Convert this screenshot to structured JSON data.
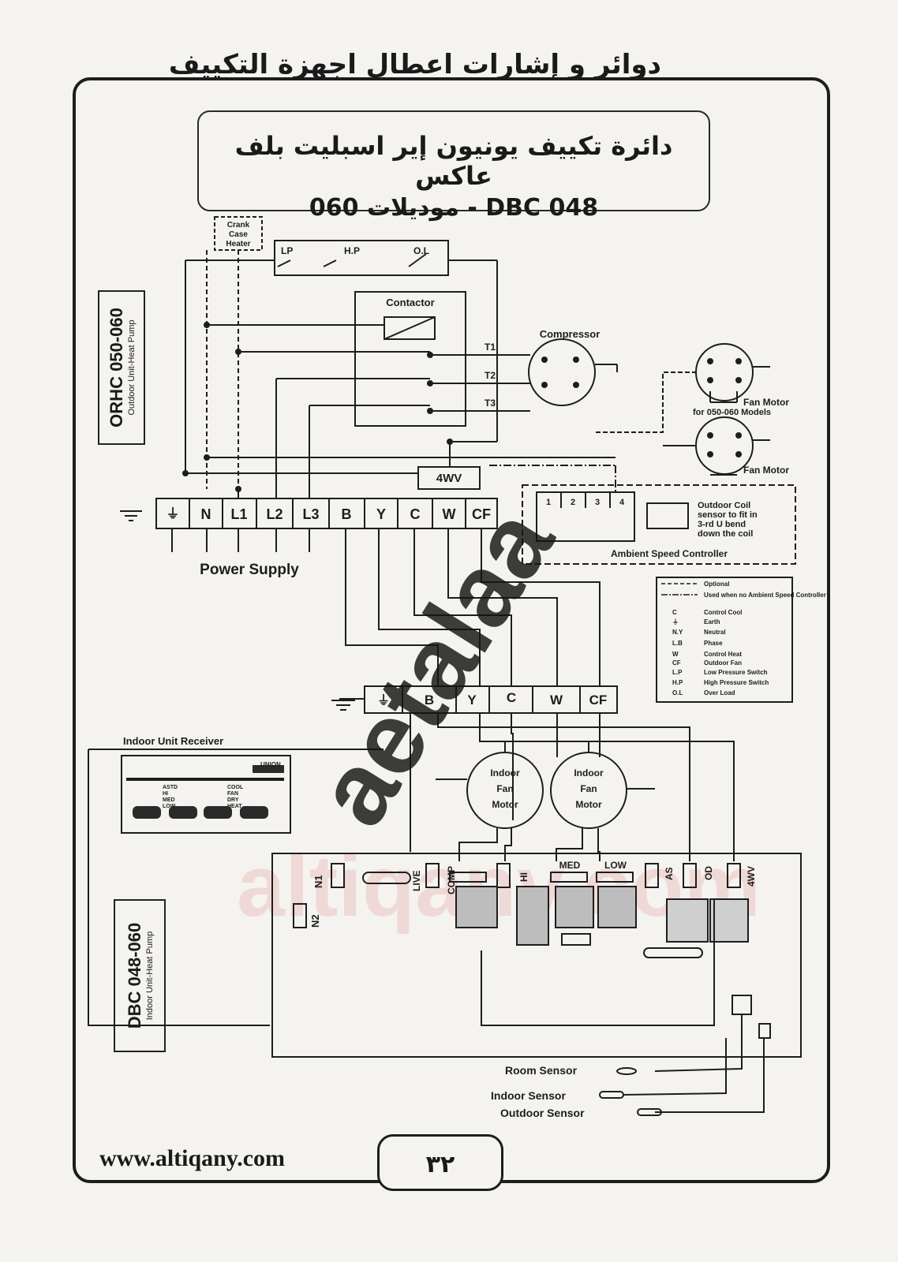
{
  "header": {
    "title": "دوائر و إشارات اعطال اجهزة التكييف"
  },
  "title_box": {
    "line1": "دائرة تكييف يونيون إير اسبليت بلف عاكس",
    "line2": "موديلات 060 - DBC 048"
  },
  "labels": {
    "outdoor_model": "ORHC 050-060",
    "outdoor_sub": "Outdoor Unit-Heat Pump",
    "indoor_model": "DBC 048-060",
    "indoor_sub": "Indoor Unit-Heat Pump"
  },
  "outdoor": {
    "crank_case_heater": [
      "Crank",
      "Case",
      "Heater"
    ],
    "switches": [
      "LP",
      "H.P",
      "O.L"
    ],
    "contactor": "Contactor",
    "compressor": "Compressor",
    "terminals_t": [
      "T1",
      "T2",
      "T3"
    ],
    "fan_motor_1": [
      "Fan Motor",
      "for 050-060 Models"
    ],
    "fan_motor_2": "Fan Motor",
    "valve": "4WV",
    "terminal_block": [
      "N",
      "L1",
      "L2",
      "L3",
      "B",
      "Y",
      "C",
      "W",
      "CF"
    ],
    "power_supply": "Power Supply",
    "asc_terminals": [
      "1",
      "2",
      "3",
      "4"
    ],
    "coil_sensor_note": [
      "Outdoor Coil",
      "sensor to fit in",
      "3-rd U bend",
      "down the coil"
    ],
    "ambient_controller": "Ambient Speed Controller"
  },
  "legend": [
    {
      "key": "",
      "text": "Optional"
    },
    {
      "key": "",
      "text": "Used when no Ambient Speed Controller"
    },
    {
      "key": "C",
      "text": "Control Cool"
    },
    {
      "key": "",
      "text": "Earth"
    },
    {
      "key": "N.Y",
      "text": "Neutral"
    },
    {
      "key": "L.B",
      "text": "Phase"
    },
    {
      "key": "W",
      "text": "Control Heat"
    },
    {
      "key": "CF",
      "text": "Outdoor Fan"
    },
    {
      "key": "L.P",
      "text": "Low Pressure Switch"
    },
    {
      "key": "H.P",
      "text": "High Pressure Switch"
    },
    {
      "key": "O.L",
      "text": "Over Load"
    }
  ],
  "indoor": {
    "terminal_block": [
      "B",
      "Y",
      "C",
      "W",
      "CF"
    ],
    "receiver_title": "Indoor Unit Receiver",
    "receiver_brand": "UNION",
    "receiver_left": [
      "ASTD",
      "HI",
      "MED",
      "LOW"
    ],
    "receiver_right": [
      "COOL",
      "FAN",
      "DRY",
      "HEAT"
    ],
    "fan_motor": [
      "Indoor",
      "Fan",
      "Motor"
    ],
    "board_terminals": [
      "N1",
      "N2",
      "LIVE",
      "COMP",
      "HI",
      "MED",
      "LOW",
      "AS",
      "OD",
      "4WV"
    ],
    "sensors": [
      "Room Sensor",
      "Indoor Sensor",
      "Outdoor Sensor"
    ]
  },
  "footer": {
    "site": "www.altiqany.com",
    "page": "٣٢"
  },
  "watermark": "aetalaa",
  "background_watermark": "altiqany.com"
}
